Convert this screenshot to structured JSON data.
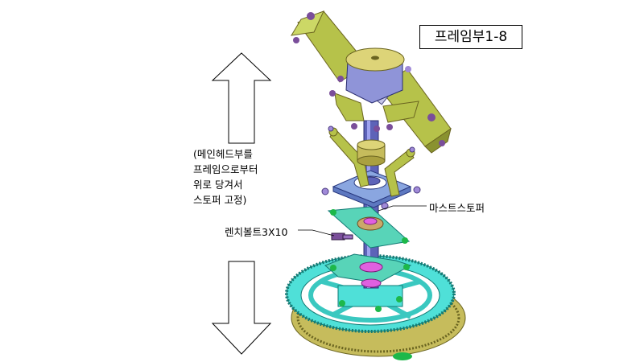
{
  "title": "프레임부1-8",
  "instruction_lines": [
    "(메인헤드부를",
    "프레임으로부터",
    "위로 당겨서",
    "스토퍼 고정)"
  ],
  "labels": {
    "mast_stopper": "마스트스토퍼",
    "wrench_bolt": "렌치볼트3X10"
  },
  "arrows": {
    "up_icon": "arrow-up-icon",
    "down_icon": "arrow-down-icon"
  },
  "colors": {
    "rotor_head": "#b6c24a",
    "hub": "#8f94d8",
    "swashplate": "#8aa6e0",
    "mast": "#5d63b8",
    "gear_teal": "#4fe0d8",
    "gear_tan": "#c6bc5c",
    "stopper": "#e060e0",
    "bolt": "#7a4e9a"
  }
}
